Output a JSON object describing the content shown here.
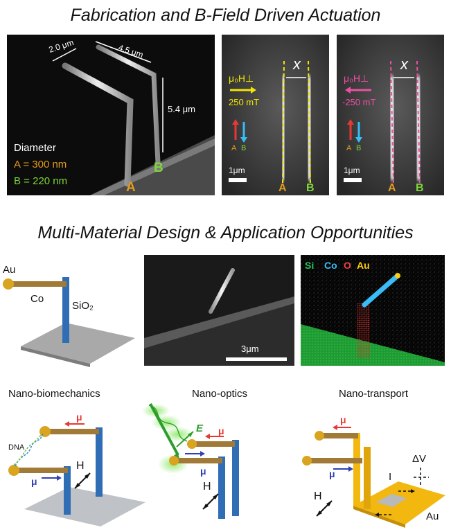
{
  "titles": {
    "top": "Fabrication and B-Field Driven Actuation",
    "middle": "Multi-Material Design & Application Opportunities"
  },
  "sem_panel": {
    "dim_width": "2.0 μm",
    "dim_gap": "4.5 μm",
    "dim_height": "5.4 μm",
    "diameter_title": "Diameter",
    "diameter_a": "A = 300 nm",
    "diameter_b": "B = 220 nm",
    "label_a": "A",
    "label_b": "B"
  },
  "field_panel_1": {
    "field_label": "μ₀H⊥",
    "field_value": "250 mT",
    "x_label": "x",
    "scale": "1μm",
    "label_a": "A",
    "label_b": "B",
    "arrow_a": "A",
    "arrow_b": "B"
  },
  "field_panel_2": {
    "field_label": "μ₀H⊥",
    "field_value": "-250 mT",
    "x_label": "x",
    "scale": "1μm",
    "label_a": "A",
    "label_b": "B",
    "arrow_a": "A",
    "arrow_b": "B"
  },
  "material_diagram": {
    "au": "Au",
    "co": "Co",
    "sio2": "SiO₂"
  },
  "sem_small": {
    "scale": "3μm"
  },
  "eds_panel": {
    "legend": [
      {
        "text": "Si",
        "color": "#22c55e"
      },
      {
        "text": "Co",
        "color": "#38bdf8"
      },
      {
        "text": "O",
        "color": "#ef4444"
      },
      {
        "text": "Au",
        "color": "#facc15"
      }
    ]
  },
  "applications": {
    "biomechanics": {
      "title": "Nano-biomechanics",
      "dna": "DNA",
      "mu_top": "μ",
      "mu_bottom": "μ",
      "h": "H"
    },
    "optics": {
      "title": "Nano-optics",
      "e": "E",
      "mu_top": "μ",
      "mu_bottom": "μ",
      "h": "H"
    },
    "transport": {
      "title": "Nano-transport",
      "mu_top": "μ",
      "mu_bottom": "μ",
      "h": "H",
      "i": "I",
      "dv": "ΔV",
      "au": "Au"
    }
  },
  "colors": {
    "accent_orange": "#e39b1d",
    "accent_green": "#7fd63a",
    "accent_yellow": "#f2e600",
    "accent_pink": "#ee4fa4",
    "rod_blue": "#2f6db5",
    "rod_brown": "#a07a36"
  }
}
